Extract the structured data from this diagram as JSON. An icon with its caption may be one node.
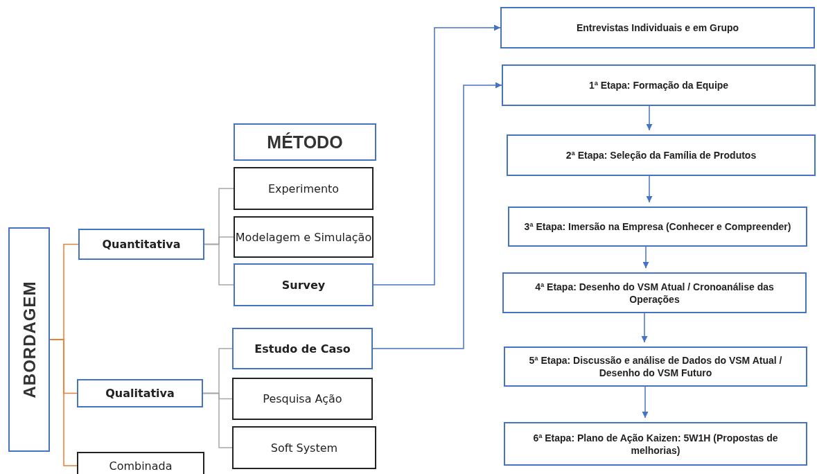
{
  "diagram": {
    "nodes": [
      {
        "text": [
          "ABORDAGEM"
        ]
      },
      {
        "text": [
          "Quantitativa"
        ]
      },
      {
        "text": [
          "Qualitativa"
        ]
      },
      {
        "text": [
          "Combinada"
        ]
      },
      {
        "text": [
          "MÉTODO"
        ]
      },
      {
        "text": [
          "Experimento"
        ]
      },
      {
        "text": [
          "Modelagem e Simulação"
        ]
      },
      {
        "text": [
          "Survey"
        ]
      },
      {
        "text": [
          "Estudo de Caso"
        ]
      },
      {
        "text": [
          "Pesquisa Ação"
        ]
      },
      {
        "text": [
          "Soft System"
        ]
      },
      {
        "text": [
          "Entrevistas Individuais e em Grupo"
        ]
      },
      {
        "text": [
          "1ª Etapa: Formação da Equipe"
        ]
      },
      {
        "text": [
          "2ª Etapa: Seleção da Família de Produtos"
        ]
      },
      {
        "text": [
          "3ª Etapa: Imersão na Empresa (Conhecer e Compreender)"
        ]
      },
      {
        "text": [
          "4ª Etapa: Desenho do VSM Atual / Cronoanálise das Operações"
        ]
      },
      {
        "text": [
          "5ª Etapa: Discussão e análise de Dados do VSM Atual / Desenho do VSM Futuro"
        ]
      },
      {
        "text": [
          "6ª Etapa: Plano de Ação Kaizen: 5W1H (Propostas de melhorias)"
        ]
      }
    ],
    "edges": [
      {
        "from": 0,
        "to": 1,
        "arrow": "none",
        "color": "#ed7d31"
      },
      {
        "from": 0,
        "to": 2,
        "arrow": "none",
        "color": "#ed7d31"
      },
      {
        "from": 0,
        "to": 3,
        "arrow": "none",
        "color": "#ed7d31"
      },
      {
        "from": 1,
        "to": 5,
        "arrow": "none",
        "color": "#a6a6a6"
      },
      {
        "from": 1,
        "to": 6,
        "arrow": "none",
        "color": "#a6a6a6"
      },
      {
        "from": 1,
        "to": 7,
        "arrow": "none",
        "color": "#a6a6a6"
      },
      {
        "from": 2,
        "to": 8,
        "arrow": "none",
        "color": "#a6a6a6"
      },
      {
        "from": 2,
        "to": 9,
        "arrow": "none",
        "color": "#a6a6a6"
      },
      {
        "from": 2,
        "to": 10,
        "arrow": "none",
        "color": "#a6a6a6"
      },
      {
        "from": 7,
        "to": 11,
        "arrow": "to"
      },
      {
        "from": 8,
        "to": 12,
        "arrow": "to"
      },
      {
        "from": 12,
        "to": 13,
        "arrow": "to"
      },
      {
        "from": 13,
        "to": 14,
        "arrow": "to"
      },
      {
        "from": 14,
        "to": 15,
        "arrow": "to"
      },
      {
        "from": 15,
        "to": 16,
        "arrow": "to"
      },
      {
        "from": 16,
        "to": 17,
        "arrow": "to"
      }
    ]
  }
}
